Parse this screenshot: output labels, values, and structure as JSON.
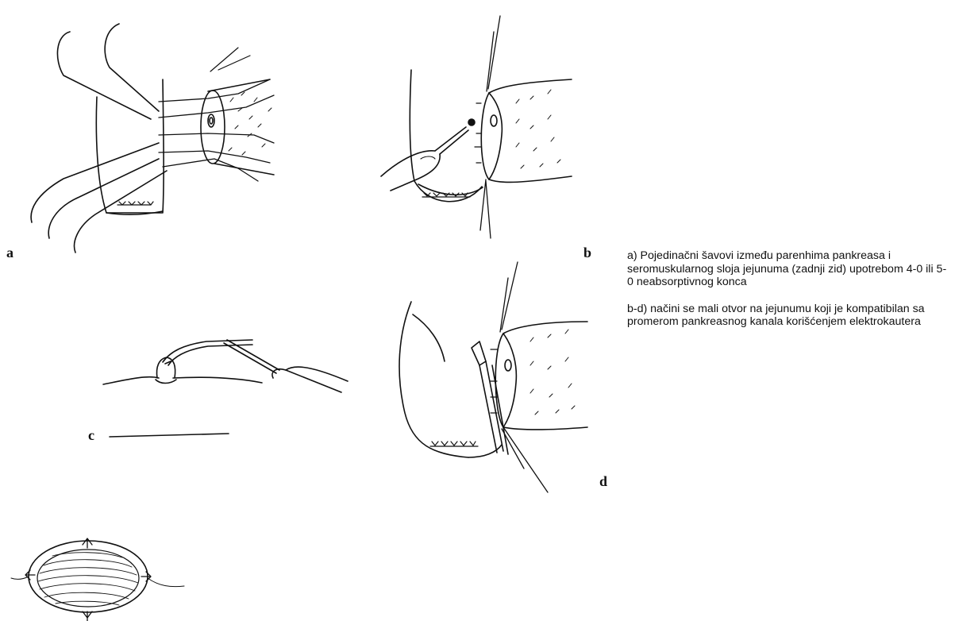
{
  "panels": {
    "a": "a",
    "b": "b",
    "c": "c",
    "d": "d"
  },
  "caption": {
    "paragraph_a": "a) Pojedinačni šavovi između parenhima pankreasa i seromuskularnog sloja jejunuma (zadnji zid) upotrebom 4-0 ili 5-0 neabsorptivnog konca",
    "paragraph_bd": "b-d) načini se mali otvor na jejunumu koji je kompatibilan sa promerom pankreasnog kanala korišćenjem elektrokautera"
  }
}
